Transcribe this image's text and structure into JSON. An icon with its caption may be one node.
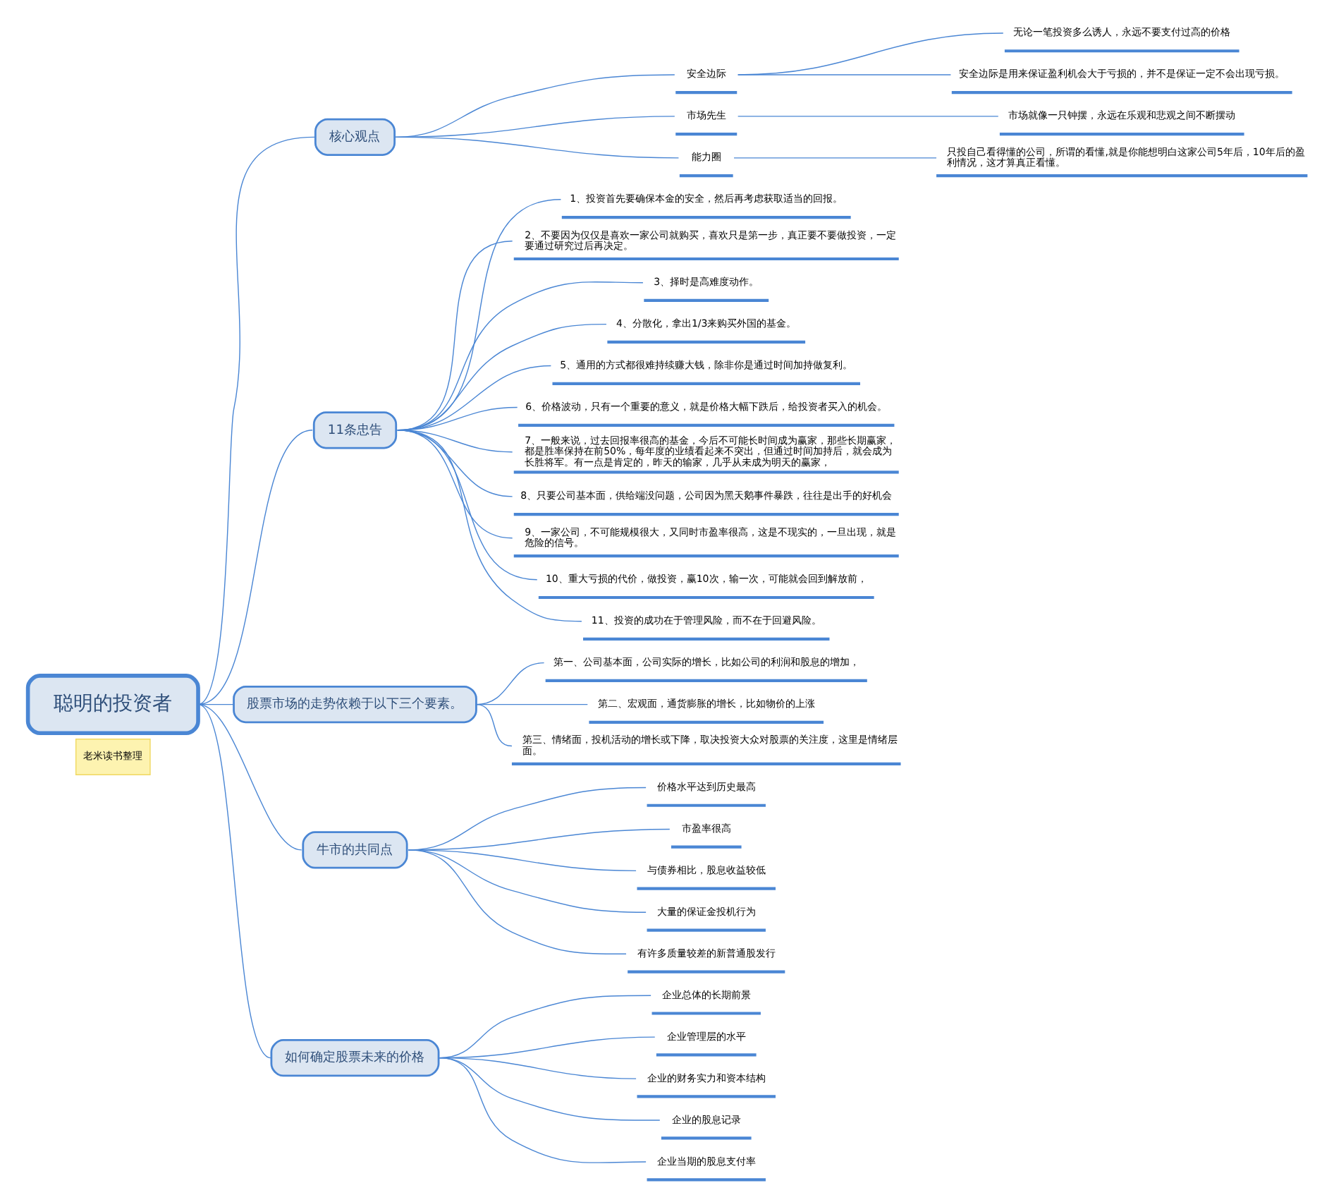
{
  "diagram": {
    "nodes": [
      {
        "text": [
          "聪明的投资者"
        ],
        "beside": [
          "老米读书整理"
        ]
      },
      {
        "text": [
          "核心观点"
        ]
      },
      {
        "text": [
          "安全边际"
        ]
      },
      {
        "text": [
          "无论一笔投资多么诱人，永远不要支付过高的价格"
        ]
      },
      {
        "text": [
          "安全边际是用来保证盈利机会大于亏损的，并不是保证一定不会出现亏损。"
        ]
      },
      {
        "text": [
          "市场先生"
        ]
      },
      {
        "text": [
          "市场就像一只钟摆，永远在乐观和悲观之间不断摆动"
        ]
      },
      {
        "text": [
          "能力圈"
        ]
      },
      {
        "text": [
          "只投自己看得懂的公司，所谓的看懂,就是你能想明白这家公司5年后，10年后的盈利情况，这才算真正看懂。"
        ]
      },
      {
        "text": [
          "11条忠告"
        ]
      },
      {
        "text": [
          "1、投资首先要确保本金的安全，然后再考虑获取适当的回报。"
        ]
      },
      {
        "text": [
          "2、不要因为仅仅是喜欢一家公司就购买，喜欢只是第一步，真正要不要做投资，一定要通过研究过后再决定。"
        ]
      },
      {
        "text": [
          "3、择时是高难度动作。"
        ]
      },
      {
        "text": [
          "4、分散化，拿出1/3来购买外国的基金。"
        ]
      },
      {
        "text": [
          "5、通用的方式都很难持续赚大钱，除非你是通过时间加持做复利。"
        ]
      },
      {
        "text": [
          "6、价格波动，只有一个重要的意义，就是价格大幅下跌后，给投资者买入的机会。"
        ]
      },
      {
        "text": [
          "7、一般来说，过去回报率很高的基金，今后不可能长时间成为赢家，那些长期赢家，都是胜率保持在前50%，每年度的业绩看起来不突出，但通过时间加持后，就会成为长胜将军。有一点是肯定的，昨天的输家，几乎从未成为明天的赢家，"
        ]
      },
      {
        "text": [
          "8、只要公司基本面，供给端没问题，公司因为黑天鹅事件暴跌，往往是出手的好机会"
        ]
      },
      {
        "text": [
          "9、一家公司，不可能规模很大，又同时市盈率很高，这是不现实的，一旦出现，就是危险的信号。"
        ]
      },
      {
        "text": [
          "10、重大亏损的代价，做投资，赢10次，输一次，可能就会回到解放前，"
        ]
      },
      {
        "text": [
          "11、投资的成功在于管理风险，而不在于回避风险。"
        ]
      },
      {
        "text": [
          "股票市场的走势依赖于以下三个要素。"
        ]
      },
      {
        "text": [
          "第一、公司基本面，公司实际的增长，比如公司的利润和股息的增加，"
        ]
      },
      {
        "text": [
          "第二、宏观面，通货膨胀的增长，比如物价的上涨"
        ]
      },
      {
        "text": [
          "第三、情绪面，投机活动的增长或下降，取决投资大众对股票的关注度，这里是情绪层面。"
        ]
      },
      {
        "text": [
          "牛市的共同点"
        ]
      },
      {
        "text": [
          "价格水平达到历史最高"
        ]
      },
      {
        "text": [
          "市盈率很高"
        ]
      },
      {
        "text": [
          "与债券相比，股息收益较低"
        ]
      },
      {
        "text": [
          "大量的保证金投机行为"
        ]
      },
      {
        "text": [
          "有许多质量较差的新普通股发行"
        ]
      },
      {
        "text": [
          "如何确定股票未来的价格"
        ]
      },
      {
        "text": [
          "企业总体的长期前景"
        ]
      },
      {
        "text": [
          "企业管理层的水平"
        ]
      },
      {
        "text": [
          "企业的财务实力和资本结构"
        ]
      },
      {
        "text": [
          "企业的股息记录"
        ]
      },
      {
        "text": [
          "企业当期的股息支付率"
        ]
      }
    ],
    "edges": [
      {
        "from": 0,
        "to": 1,
        "arrow": "none"
      },
      {
        "from": 1,
        "to": 2,
        "arrow": "none"
      },
      {
        "from": 2,
        "to": 3,
        "arrow": "none"
      },
      {
        "from": 2,
        "to": 4,
        "arrow": "none"
      },
      {
        "from": 1,
        "to": 5,
        "arrow": "none"
      },
      {
        "from": 5,
        "to": 6,
        "arrow": "none"
      },
      {
        "from": 1,
        "to": 7,
        "arrow": "none"
      },
      {
        "from": 7,
        "to": 8,
        "arrow": "none"
      },
      {
        "from": 0,
        "to": 9,
        "arrow": "none"
      },
      {
        "from": 9,
        "to": 10,
        "arrow": "none"
      },
      {
        "from": 9,
        "to": 11,
        "arrow": "none"
      },
      {
        "from": 9,
        "to": 12,
        "arrow": "none"
      },
      {
        "from": 9,
        "to": 13,
        "arrow": "none"
      },
      {
        "from": 9,
        "to": 14,
        "arrow": "none"
      },
      {
        "from": 9,
        "to": 15,
        "arrow": "none"
      },
      {
        "from": 9,
        "to": 16,
        "arrow": "none"
      },
      {
        "from": 9,
        "to": 17,
        "arrow": "none"
      },
      {
        "from": 9,
        "to": 18,
        "arrow": "none"
      },
      {
        "from": 9,
        "to": 19,
        "arrow": "none"
      },
      {
        "from": 9,
        "to": 20,
        "arrow": "none"
      },
      {
        "from": 0,
        "to": 21,
        "arrow": "none"
      },
      {
        "from": 21,
        "to": 22,
        "arrow": "none"
      },
      {
        "from": 21,
        "to": 23,
        "arrow": "none"
      },
      {
        "from": 21,
        "to": 24,
        "arrow": "none"
      },
      {
        "from": 0,
        "to": 25,
        "arrow": "none"
      },
      {
        "from": 25,
        "to": 26,
        "arrow": "none"
      },
      {
        "from": 25,
        "to": 27,
        "arrow": "none"
      },
      {
        "from": 25,
        "to": 28,
        "arrow": "none"
      },
      {
        "from": 25,
        "to": 29,
        "arrow": "none"
      },
      {
        "from": 25,
        "to": 30,
        "arrow": "none"
      },
      {
        "from": 0,
        "to": 31,
        "arrow": "none"
      },
      {
        "from": 31,
        "to": 32,
        "arrow": "none"
      },
      {
        "from": 31,
        "to": 33,
        "arrow": "none"
      },
      {
        "from": 31,
        "to": 34,
        "arrow": "none"
      },
      {
        "from": 31,
        "to": 35,
        "arrow": "none"
      },
      {
        "from": 31,
        "to": 36,
        "arrow": "none"
      }
    ]
  }
}
